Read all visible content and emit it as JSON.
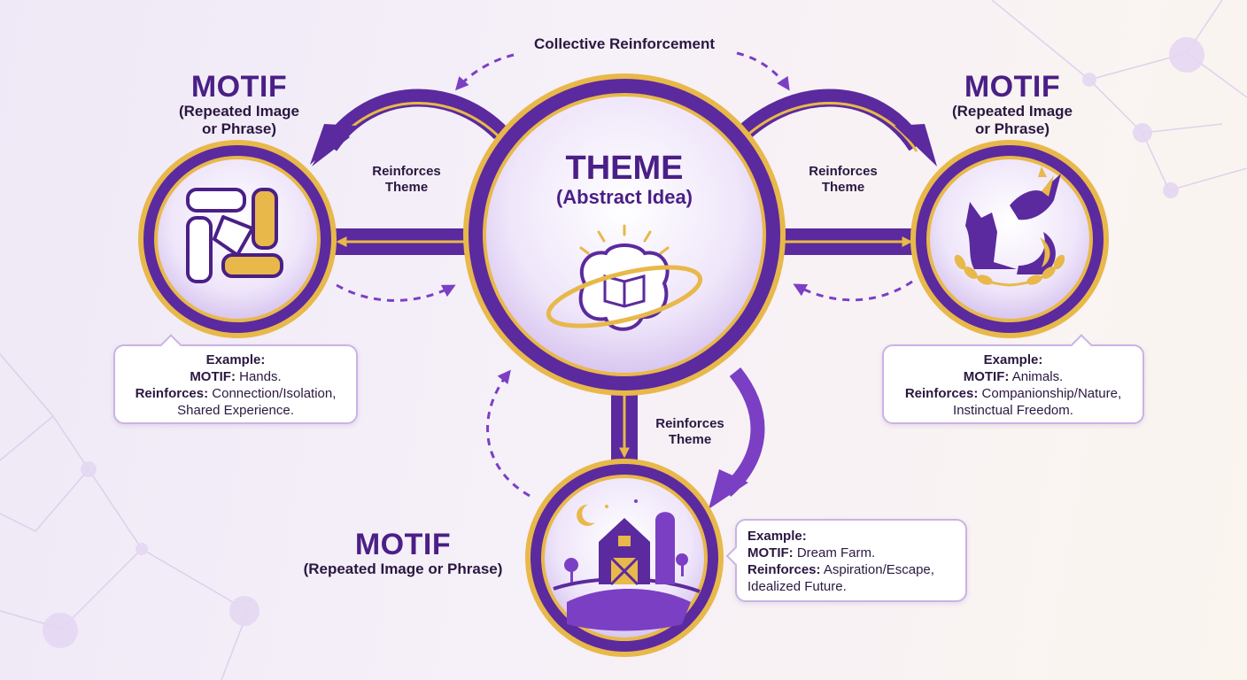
{
  "colors": {
    "purple": "#5b2a9e",
    "gold": "#e8b84a",
    "text": "#2a1840"
  },
  "top_label": "Collective Reinforcement",
  "theme": {
    "title": "THEME",
    "subtitle": "(Abstract Idea)",
    "icon": "brain-book-icon"
  },
  "edge_label": {
    "line1": "Reinforces",
    "line2": "Theme"
  },
  "motifs": [
    {
      "title": "MOTIF",
      "subtitle_line1": "(Repeated Image",
      "subtitle_line2": "or Phrase)",
      "icon": "joined-hands-icon",
      "example_label": "Example:",
      "motif_key": "MOTIF:",
      "motif_value": " Hands.",
      "reinforces_key": "Reinforces:",
      "reinforces_value_line1": " Connection/Isolation,",
      "reinforces_value_line2": "Shared Experience."
    },
    {
      "title": "MOTIF",
      "subtitle_line1": "(Repeated Image",
      "subtitle_line2": "or Phrase)",
      "icon": "animals-icon",
      "example_label": "Example:",
      "motif_key": "MOTIF:",
      "motif_value": " Animals.",
      "reinforces_key": "Reinforces:",
      "reinforces_value_line1": " Companionship/Nature,",
      "reinforces_value_line2": "Instinctual Freedom."
    },
    {
      "title": "MOTIF",
      "subtitle": "(Repeated Image or Phrase)",
      "icon": "dream-farm-icon",
      "example_label": "Example:",
      "motif_key": "MOTIF:",
      "motif_value": " Dream Farm.",
      "reinforces_key": "Reinforces:",
      "reinforces_value_line1": " Aspiration/Escape,",
      "reinforces_value_line2": "Idealized Future."
    }
  ]
}
